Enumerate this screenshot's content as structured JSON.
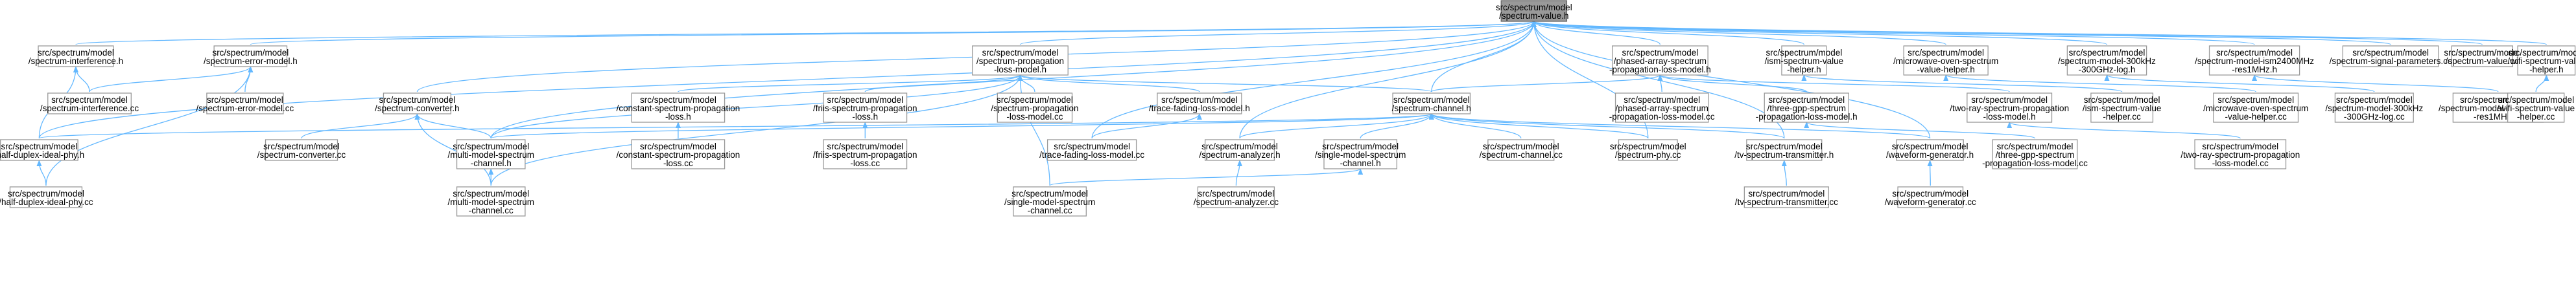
{
  "graph": {
    "title": "",
    "nodes": [
      {
        "id": "root",
        "lines": [
          "src/spectrum/model",
          "/spectrum-value.h"
        ],
        "root": true
      },
      {
        "id": "si_h",
        "lines": [
          "src/spectrum/model",
          "/spectrum-interference.h"
        ]
      },
      {
        "id": "em_h",
        "lines": [
          "src/spectrum/model",
          "/spectrum-error-model.h"
        ]
      },
      {
        "id": "conv_h",
        "lines": [
          "src/spectrum/model",
          "/spectrum-converter.h"
        ]
      },
      {
        "id": "prop_h",
        "lines": [
          "src/spectrum/model",
          "/spectrum-propagation",
          "-loss-model.h"
        ]
      },
      {
        "id": "pa_h",
        "lines": [
          "src/spectrum/model",
          "/phased-array-spectrum",
          "-propagation-loss-model.h"
        ]
      },
      {
        "id": "ism_help_h",
        "lines": [
          "src/spectrum/model",
          "/ism-spectrum-value",
          "-helper.h"
        ]
      },
      {
        "id": "mw_h",
        "lines": [
          "src/spectrum/model",
          "/microwave-oven-spectrum",
          "-value-helper.h"
        ]
      },
      {
        "id": "k300_h",
        "lines": [
          "src/spectrum/model",
          "/spectrum-model-300kHz",
          "-300GHz-log.h"
        ]
      },
      {
        "id": "ism2400_h",
        "lines": [
          "src/spectrum/model",
          "/spectrum-model-ism2400MHz",
          "-res1MHz.h"
        ]
      },
      {
        "id": "sig_cc",
        "lines": [
          "src/spectrum/model",
          "/spectrum-signal-parameters.cc"
        ]
      },
      {
        "id": "val_cc",
        "lines": [
          "src/spectrum/model",
          "/spectrum-value.cc"
        ]
      },
      {
        "id": "wifi_h",
        "lines": [
          "src/spectrum/model",
          "/wifi-spectrum-value",
          "-helper.h"
        ]
      },
      {
        "id": "si_cc",
        "lines": [
          "src/spectrum/model",
          "/spectrum-interference.cc"
        ]
      },
      {
        "id": "em_cc",
        "lines": [
          "src/spectrum/model",
          "/spectrum-error-model.cc"
        ]
      },
      {
        "id": "conv_cc",
        "lines": [
          "src/spectrum/model",
          "/spectrum-converter.cc"
        ]
      },
      {
        "id": "mm_h",
        "lines": [
          "src/spectrum/model",
          "/multi-model-spectrum",
          "-channel.h"
        ]
      },
      {
        "id": "const_h",
        "lines": [
          "src/spectrum/model",
          "/constant-spectrum-propagation",
          "-loss.h"
        ]
      },
      {
        "id": "friis_h",
        "lines": [
          "src/spectrum/model",
          "/friis-spectrum-propagation",
          "-loss.h"
        ]
      },
      {
        "id": "prop_cc",
        "lines": [
          "src/spectrum/model",
          "/spectrum-propagation",
          "-loss-model.cc"
        ]
      },
      {
        "id": "tf_h",
        "lines": [
          "src/spectrum/model",
          "/trace-fading-loss-model.h"
        ]
      },
      {
        "id": "chan_h",
        "lines": [
          "src/spectrum/model",
          "/spectrum-channel.h"
        ]
      },
      {
        "id": "pa_cc",
        "lines": [
          "src/spectrum/model",
          "/phased-array-spectrum",
          "-propagation-loss-model.cc"
        ]
      },
      {
        "id": "tgpp_h",
        "lines": [
          "src/spectrum/model",
          "/three-gpp-spectrum",
          "-propagation-loss-model.h"
        ]
      },
      {
        "id": "tr_h",
        "lines": [
          "src/spectrum/model",
          "/two-ray-spectrum-propagation",
          "-loss-model.h"
        ]
      },
      {
        "id": "ism_help_cc",
        "lines": [
          "src/spectrum/model",
          "/ism-spectrum-value",
          "-helper.cc"
        ]
      },
      {
        "id": "mw_cc",
        "lines": [
          "src/spectrum/model",
          "/microwave-oven-spectrum",
          "-value-helper.cc"
        ]
      },
      {
        "id": "k300_cc",
        "lines": [
          "src/spectrum/model",
          "/spectrum-model-300kHz",
          "-300GHz-log.cc"
        ]
      },
      {
        "id": "ism2400_cc",
        "lines": [
          "src/spectrum/model",
          "/spectrum-model-ism2400MHz",
          "-res1MHz.cc"
        ]
      },
      {
        "id": "wifi_cc",
        "lines": [
          "src/spectrum/model",
          "/wifi-spectrum-value",
          "-helper.cc"
        ]
      },
      {
        "id": "hd_h",
        "lines": [
          "src/spectrum/model",
          "/half-duplex-ideal-phy.h"
        ]
      },
      {
        "id": "tf_cc",
        "lines": [
          "src/spectrum/model",
          "/trace-fading-loss-model.cc"
        ]
      },
      {
        "id": "an_h",
        "lines": [
          "src/spectrum/model",
          "/spectrum-analyzer.h"
        ]
      },
      {
        "id": "sm_h",
        "lines": [
          "src/spectrum/model",
          "/single-model-spectrum",
          "-channel.h"
        ]
      },
      {
        "id": "chan_cc",
        "lines": [
          "src/spectrum/model",
          "/spectrum-channel.cc"
        ]
      },
      {
        "id": "phy_cc",
        "lines": [
          "src/spectrum/model",
          "/spectrum-phy.cc"
        ]
      },
      {
        "id": "tv_h",
        "lines": [
          "src/spectrum/model",
          "/tv-spectrum-transmitter.h"
        ]
      },
      {
        "id": "wg_h",
        "lines": [
          "src/spectrum/model",
          "/waveform-generator.h"
        ]
      },
      {
        "id": "tgpp_cc",
        "lines": [
          "src/spectrum/model",
          "/three-gpp-spectrum",
          "-propagation-loss-model.cc"
        ]
      },
      {
        "id": "tr_cc",
        "lines": [
          "src/spectrum/model",
          "/two-ray-spectrum-propagation",
          "-loss-model.cc"
        ]
      },
      {
        "id": "const_cc",
        "lines": [
          "src/spectrum/model",
          "/constant-spectrum-propagation",
          "-loss.cc"
        ]
      },
      {
        "id": "friis_cc",
        "lines": [
          "src/spectrum/model",
          "/friis-spectrum-propagation",
          "-loss.cc"
        ]
      },
      {
        "id": "hd_cc",
        "lines": [
          "src/spectrum/model",
          "/half-duplex-ideal-phy.cc"
        ]
      },
      {
        "id": "mm_cc",
        "lines": [
          "src/spectrum/model",
          "/multi-model-spectrum",
          "-channel.cc"
        ]
      },
      {
        "id": "sm_cc",
        "lines": [
          "src/spectrum/model",
          "/single-model-spectrum",
          "-channel.cc"
        ]
      },
      {
        "id": "an_cc",
        "lines": [
          "src/spectrum/model",
          "/spectrum-analyzer.cc"
        ]
      },
      {
        "id": "tv_cc",
        "lines": [
          "src/spectrum/model",
          "/tv-spectrum-transmitter.cc"
        ]
      },
      {
        "id": "wg_cc",
        "lines": [
          "src/spectrum/model",
          "/waveform-generator.cc"
        ]
      }
    ],
    "edges": [
      [
        "root",
        "si_h"
      ],
      [
        "root",
        "em_h"
      ],
      [
        "root",
        "conv_h"
      ],
      [
        "root",
        "prop_h"
      ],
      [
        "root",
        "pa_h"
      ],
      [
        "root",
        "ism_help_h"
      ],
      [
        "root",
        "mw_h"
      ],
      [
        "root",
        "k300_h"
      ],
      [
        "root",
        "ism2400_h"
      ],
      [
        "root",
        "sig_cc"
      ],
      [
        "root",
        "val_cc"
      ],
      [
        "root",
        "wifi_h"
      ],
      [
        "root",
        "hd_h"
      ],
      [
        "root",
        "mm_h"
      ],
      [
        "root",
        "chan_h"
      ],
      [
        "root",
        "tf_cc"
      ],
      [
        "root",
        "an_h"
      ],
      [
        "root",
        "phy_cc"
      ],
      [
        "root",
        "tv_h"
      ],
      [
        "root",
        "wg_h"
      ],
      [
        "si_h",
        "si_cc"
      ],
      [
        "si_h",
        "hd_h"
      ],
      [
        "em_h",
        "si_cc"
      ],
      [
        "em_h",
        "em_cc"
      ],
      [
        "em_h",
        "hd_cc"
      ],
      [
        "conv_h",
        "conv_cc"
      ],
      [
        "conv_h",
        "mm_h"
      ],
      [
        "conv_h",
        "mm_cc"
      ],
      [
        "prop_h",
        "mm_h"
      ],
      [
        "prop_h",
        "const_h"
      ],
      [
        "prop_h",
        "friis_h"
      ],
      [
        "prop_h",
        "prop_cc"
      ],
      [
        "prop_h",
        "tf_h"
      ],
      [
        "prop_h",
        "chan_h"
      ],
      [
        "prop_h",
        "mm_cc"
      ],
      [
        "prop_h",
        "sm_cc"
      ],
      [
        "pa_h",
        "chan_h"
      ],
      [
        "pa_h",
        "pa_cc"
      ],
      [
        "pa_h",
        "tgpp_h"
      ],
      [
        "pa_h",
        "tr_h"
      ],
      [
        "ism_help_h",
        "ism_help_cc"
      ],
      [
        "mw_h",
        "mw_cc"
      ],
      [
        "k300_h",
        "k300_cc"
      ],
      [
        "ism2400_h",
        "ism2400_cc"
      ],
      [
        "wifi_h",
        "wifi_cc"
      ],
      [
        "const_h",
        "const_cc"
      ],
      [
        "friis_h",
        "friis_cc"
      ],
      [
        "tf_h",
        "tf_cc"
      ],
      [
        "chan_h",
        "hd_h"
      ],
      [
        "chan_h",
        "mm_h"
      ],
      [
        "chan_h",
        "an_h"
      ],
      [
        "chan_h",
        "sm_h"
      ],
      [
        "chan_h",
        "chan_cc"
      ],
      [
        "chan_h",
        "phy_cc"
      ],
      [
        "chan_h",
        "tv_h"
      ],
      [
        "chan_h",
        "wg_h"
      ],
      [
        "tgpp_h",
        "tgpp_cc"
      ],
      [
        "tr_h",
        "tr_cc"
      ],
      [
        "hd_h",
        "hd_cc"
      ],
      [
        "mm_h",
        "mm_cc"
      ],
      [
        "sm_h",
        "sm_cc"
      ],
      [
        "an_h",
        "an_cc"
      ],
      [
        "tv_h",
        "tv_cc"
      ],
      [
        "wg_h",
        "wg_cc"
      ]
    ]
  }
}
